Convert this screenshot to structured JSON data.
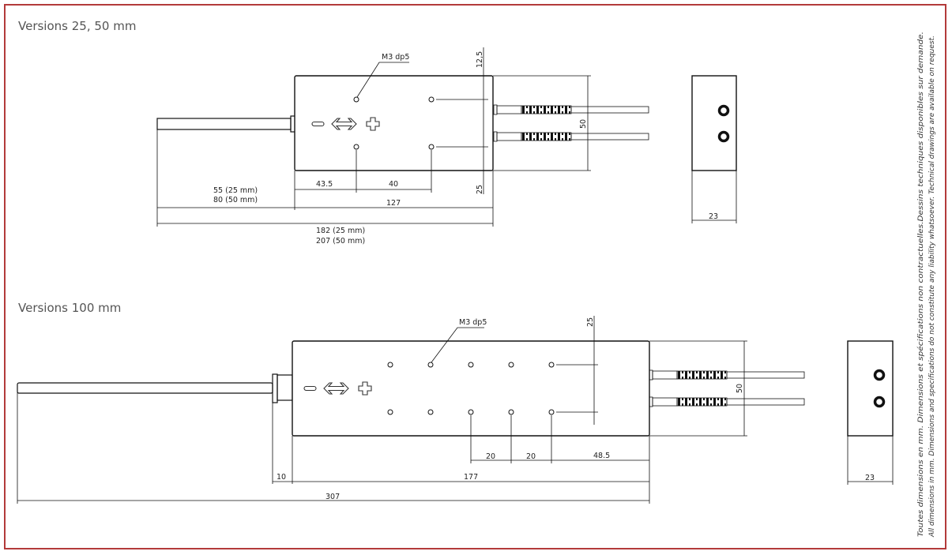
{
  "colors": {
    "frame": "#b33a3a",
    "line": "#111111"
  },
  "top_view": {
    "title": "Versions 25, 50 mm",
    "hole_label": "M3 dp5",
    "dim_12_5": "12,5",
    "dim_25": "25",
    "dim_50": "50",
    "dim_43_5": "43.5",
    "dim_40": "40",
    "dim_shaft_25": "55 (25 mm)",
    "dim_shaft_50": "80 (50 mm)",
    "dim_body": "127",
    "dim_total_25": "182 (25 mm)",
    "dim_total_50": "207 (50 mm)",
    "dim_side": "23"
  },
  "bottom_view": {
    "title": "Versions 100 mm",
    "hole_label": "M3 dp5",
    "dim_25": "25",
    "dim_50": "50",
    "dim_20a": "20",
    "dim_20b": "20",
    "dim_48_5": "48.5",
    "dim_10": "10",
    "dim_body": "177",
    "dim_total": "307",
    "dim_side": "23"
  },
  "notes": {
    "line_fr": "Toutes dimensions en mm. Dimensions et spécifications non contractuelles.Dessins techniques disponibles sur demande.",
    "line_en": "All dimensions in mm. Dimensions and specifications do not constitute any liability whatsoever. Technical drawings are available on request."
  }
}
